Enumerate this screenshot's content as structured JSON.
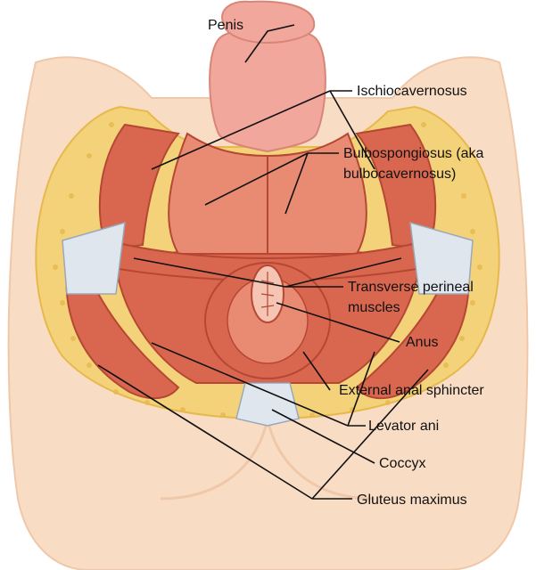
{
  "labels": {
    "penis": "Penis",
    "ischiocavernosus": "Ischiocavernosus",
    "bulbospongiosus_line1": "Bulbospongiosus (aka",
    "bulbospongiosus_line2": "bulbocavernosus)",
    "transverse_line1": "Transverse perineal",
    "transverse_line2": "muscles",
    "anus": "Anus",
    "external_anal_sphincter": "External anal sphincter",
    "levator_ani": "Levator ani",
    "coccyx": "Coccyx",
    "gluteus_maximus": "Gluteus maximus"
  },
  "colors": {
    "skin": "#f9dcc4",
    "skin_shadow": "#efc8a9",
    "fat": "#f3d27a",
    "fat_dots": "#e6b94c",
    "muscle": "#d9674f",
    "muscle_dark": "#b54733",
    "muscle_light": "#e98b72",
    "fascia": "#dfe6ee",
    "penis": "#f1a79b",
    "penis_dark": "#d98578"
  }
}
